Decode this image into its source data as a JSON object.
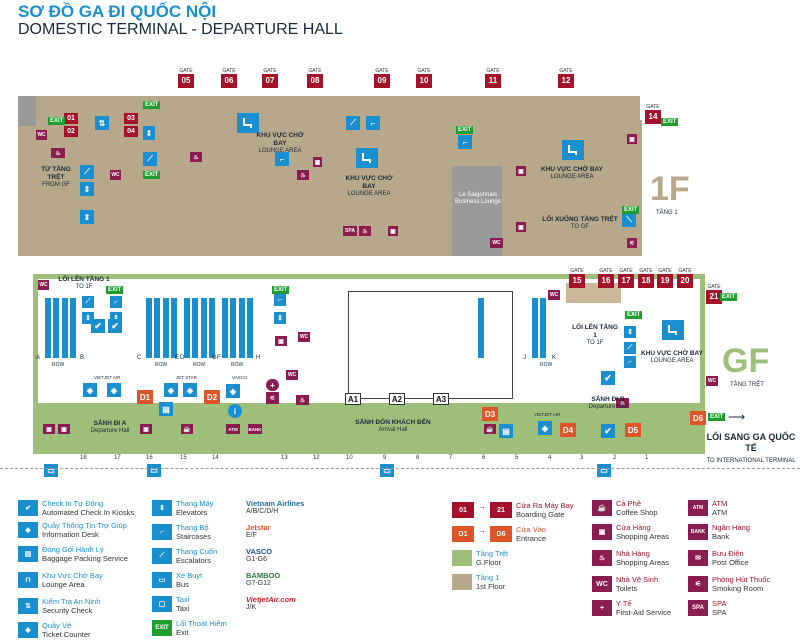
{
  "title": {
    "vn": "SƠ ĐỒ GA ĐI QUỐC NỘI",
    "en": "DOMESTIC TERMINAL - DEPARTURE HALL"
  },
  "floors": {
    "first": {
      "code": "1F",
      "label": "TẦNG 1"
    },
    "ground": {
      "code": "GF",
      "label": "TẦNG TRỆT"
    }
  },
  "gate_word": "GATE",
  "exit_word": "EXIT",
  "wc_word": "WC",
  "spa_word": "SPA",
  "atm_word": "ATM",
  "bank_word": "BANK",
  "upper_gates": [
    "05",
    "06",
    "07",
    "08",
    "09",
    "10",
    "11",
    "12",
    "14"
  ],
  "left_gates": [
    "01",
    "02",
    "03",
    "04"
  ],
  "gf_gates": [
    "15",
    "16",
    "17",
    "18",
    "19",
    "20",
    "21"
  ],
  "entrances": [
    "D1",
    "D2",
    "D3",
    "D4",
    "D5",
    "D6"
  ],
  "arrivals": [
    "A1",
    "A2",
    "A3"
  ],
  "labels": {
    "lounge_vn": "KHU VỰC CHỜ BAY",
    "lounge_en": "LOUNGE AREA",
    "saigonnais": "Le Saigonnais Business Lounge",
    "to_gf_vn": "LỐI XUỐNG TẦNG TRỆT",
    "to_gf_en": "TO GF",
    "to_1f_vn": "LỐI LÊN TẦNG 1",
    "to_1f_en": "TO 1F",
    "to_1f_left_vn": "LỐI LÊN TẦNG 1",
    "to_1f_left_en": "TO 1F",
    "from_gf_vn": "TỪ TẦNG TRỆT",
    "from_gf_en": "FROM GF",
    "hall_a_vn": "SẢNH ĐI A",
    "hall_a_en": "Departure Hall",
    "hall_b_vn": "SẢNH ĐI B",
    "hall_b_en": "Departure Hall",
    "arrival_vn": "SẢNH ĐÓN KHÁCH ĐẾN",
    "arrival_en": "Arrival Hall",
    "intl_vn": "LỐI SANG GA QUỐC TẾ",
    "intl_en": "TO INTERNATIONAL TERMINAL",
    "row": "ROW",
    "vietjet_air": "VIETJET AIR",
    "jet_star": "JET STAR",
    "vasco": "VASCO",
    "vietnam_airlines": "VIETNAM AIRLINES"
  },
  "row_letters": [
    "A",
    "B",
    "C",
    "D",
    "E",
    "F",
    "G",
    "H",
    "J",
    "K"
  ],
  "door_numbers": [
    "18",
    "17",
    "16",
    "15",
    "14",
    "13",
    "12",
    "10",
    "9",
    "8",
    "7",
    "6",
    "5",
    "4",
    "3",
    "2",
    "1"
  ],
  "legend": [
    {
      "vn": "Check In Tự Động",
      "en": "Automated Check In Kiosks",
      "icon": "check-icon",
      "color": "#1a8fd0"
    },
    {
      "vn": "Quầy Thông Tin Trợ Giúp",
      "en": "Information Desk",
      "icon": "info-icon",
      "color": "#1a8fd0"
    },
    {
      "vn": "Đóng Gói Hành Lý",
      "en": "Baggage Packing Service",
      "icon": "baggage-icon",
      "color": "#1a8fd0"
    },
    {
      "vn": "Khu Vực Chờ Bay",
      "en": "Lounge Area",
      "icon": "seat-icon",
      "color": "#1a8fd0"
    },
    {
      "vn": "Kiểm Tra An Ninh",
      "en": "Security Check",
      "icon": "security-icon",
      "color": "#1a8fd0"
    },
    {
      "vn": "Quầy Vé",
      "en": "Ticket Counter",
      "icon": "ticket-icon",
      "color": "#1a8fd0"
    }
  ],
  "legend2": [
    {
      "vn": "Thang Máy",
      "en": "Elevators",
      "icon": "elevator-icon"
    },
    {
      "vn": "Thang Bộ",
      "en": "Staircases",
      "icon": "stairs-icon"
    },
    {
      "vn": "Thang Cuốn",
      "en": "Escalators",
      "icon": "escalator-icon"
    },
    {
      "vn": "Xe Buýt",
      "en": "Bus",
      "icon": "bus-icon"
    },
    {
      "vn": "Taxi",
      "en": "Taxi",
      "icon": "taxi-icon"
    },
    {
      "vn": "Lối Thoát Hiểm",
      "en": "Exit",
      "icon": "exit-icon"
    }
  ],
  "airlines": [
    {
      "brand": "Vietnam Airlines",
      "codes": "A/B/C/D/H",
      "color": "#1a6fa0"
    },
    {
      "brand": "Jetstar",
      "codes": "E/F",
      "color": "#e0542a"
    },
    {
      "brand": "VASCO",
      "codes": "G1-G6",
      "color": "#1a4fa0"
    },
    {
      "brand": "BAMBOO",
      "codes": "G7-G12",
      "color": "#2a7a3a"
    },
    {
      "brand": "VietjetAir.com",
      "codes": "J/K",
      "color": "#d0202a"
    }
  ],
  "legend3": [
    {
      "badge_a": "01",
      "badge_b": "21",
      "dash": "→",
      "vn": "Cửa Ra Máy Bay",
      "en": "Boarding Gate",
      "color": "#a3122a"
    },
    {
      "badge_a": "D1",
      "badge_b": "D6",
      "dash": "→",
      "vn": "Cửa Vào",
      "en": "Entrance",
      "color": "#e0542a"
    }
  ],
  "floor_legend": [
    {
      "vn": "Tầng Trệt",
      "en": "G.Floor",
      "color": "#9dbf7a"
    },
    {
      "vn": "Tầng 1",
      "en": "1st Floor",
      "color": "#b7a88c"
    }
  ],
  "legend4": [
    {
      "vn": "Cà Phê",
      "en": "Coffee Shop",
      "icon": "coffee-icon"
    },
    {
      "vn": "Cửa Hàng",
      "en": "Shopping Areas",
      "icon": "shop-icon"
    },
    {
      "vn": "Nhà Hàng",
      "en": "Shopping Areas",
      "icon": "restaurant-icon"
    },
    {
      "vn": "Nhà Vệ Sinh",
      "en": "Toilets",
      "icon": "wc-icon"
    },
    {
      "vn": "Y Tế",
      "en": "First-Aid Service",
      "icon": "firstaid-icon"
    }
  ],
  "legend5": [
    {
      "vn": "ATM",
      "en": "ATM",
      "icon": "atm-icon",
      "badge": "ATM"
    },
    {
      "vn": "Ngân Hàng",
      "en": "Bank",
      "icon": "bank-icon",
      "badge": "BANK"
    },
    {
      "vn": "Bưu Điện",
      "en": "Post Office",
      "icon": "post-icon",
      "badge": "✉"
    },
    {
      "vn": "Phòng Hút Thuốc",
      "en": "Smoking Room",
      "icon": "smoking-icon",
      "badge": "⚟"
    },
    {
      "vn": "SPA",
      "en": "SPA",
      "icon": "spa-icon",
      "badge": "SPA"
    }
  ],
  "colors": {
    "blue": "#1a8fd0",
    "red": "#a3122a",
    "orange": "#e0542a",
    "maroon": "#8b1c52",
    "green": "#1e9e2e",
    "floor1": "#b7a88c",
    "ground": "#9dbf7a"
  }
}
